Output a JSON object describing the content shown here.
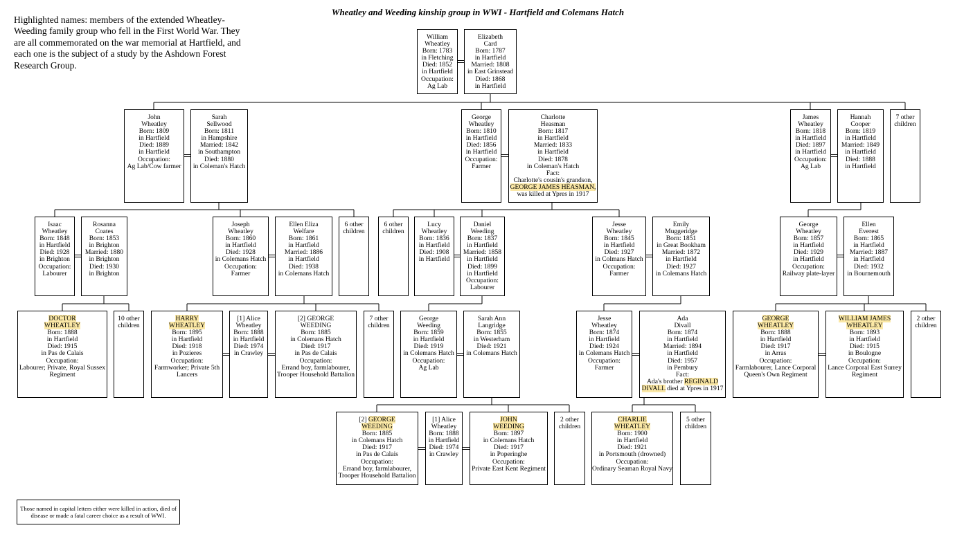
{
  "title": "Wheatley and Weeding kinship group in WWI - Hartfield and Colemans Hatch",
  "intro": "Highlighted names: members of the extended Wheatley-Weeding family group who fell in the First World War. They are all commemorated on the war memorial at Hartfield, and each one is the subject of a study by the Ashdown Forest Research Group.",
  "footnote": "Those named in capital letters either were killed in action, died of disease or made a fatal career choice as a result of WWI.",
  "colors": {
    "highlight": "#fbe8a6",
    "line": "#000000",
    "border": "#000000"
  },
  "people": [
    {
      "id": "william",
      "lines": [
        "William",
        "Wheatley",
        "Born: 1783",
        "in Fletching",
        "Died: 1852",
        "in Hartfield",
        "Occupation:",
        "Ag Lab"
      ]
    },
    {
      "id": "elizabeth",
      "lines": [
        "Elizabeth",
        "Card",
        "Born: 1787",
        "in Hartfield",
        "Married: 1808",
        "in East Grinstead",
        "Died: 1868",
        "in Hartfield"
      ]
    },
    {
      "id": "john",
      "lines": [
        "John",
        "Wheatley",
        "Born: 1809",
        "in Hartfield",
        "Died: 1889",
        "in Hartfield",
        "Occupation:",
        "Ag Lab/Cow farmer"
      ]
    },
    {
      "id": "sarah",
      "lines": [
        "Sarah",
        "Sellwood",
        "Born: 1811",
        "in Hampshire",
        "Married: 1842",
        "in Southampton",
        "Died: 1880",
        "in Coleman's Hatch"
      ]
    },
    {
      "id": "george1810",
      "lines": [
        "George",
        "Wheatley",
        "Born: 1810",
        "in Hartfield",
        "Died: 1856",
        "in Hartfield",
        "Occupation:",
        "Farmer"
      ]
    },
    {
      "id": "charlotte",
      "lines": [
        "Charlotte",
        "Heasman",
        "Born: 1817",
        "in Hartfield",
        "Married: 1833",
        "in Hartfield",
        "Died: 1878",
        "in Coleman's Hatch",
        "Fact:",
        "Charlotte's cousin's grandson,",
        "GEORGE JAMES HEASMAN,",
        "was killed at Ypres in 1917"
      ],
      "highlight": [
        10
      ]
    },
    {
      "id": "james",
      "lines": [
        "James",
        "Wheatley",
        "Born: 1818",
        "in Hartfield",
        "Died: 1897",
        "in Hartfield",
        "Occupation:",
        "Ag Lab"
      ]
    },
    {
      "id": "hannah",
      "lines": [
        "Hannah",
        "Cooper",
        "Born: 1819",
        "in Hartfield",
        "Married: 1849",
        "in Hartfield",
        "Died: 1888",
        "in Hartfield"
      ]
    },
    {
      "id": "other7a",
      "lines": [
        "7 other",
        "children"
      ]
    },
    {
      "id": "isaac",
      "lines": [
        "Isaac",
        "Wheatley",
        "Born: 1848",
        "in Hartfield",
        "Died: 1928",
        "in Brighton",
        "Occupation:",
        "Labourer"
      ]
    },
    {
      "id": "rosanna",
      "lines": [
        "Rosanna",
        "Coates",
        "Born: 1853",
        "in Brighton",
        "Married: 1880",
        "in Brighton",
        "Died: 1930",
        "in Brighton"
      ]
    },
    {
      "id": "joseph",
      "lines": [
        "Joseph",
        "Wheatley",
        "Born: 1860",
        "in Hartfield",
        "Died: 1928",
        "in Colemans Hatch",
        "Occupation:",
        "Farmer"
      ]
    },
    {
      "id": "ellen_eliza",
      "lines": [
        "Ellen Eliza",
        "Welfare",
        "Born: 1861",
        "in Hartfield",
        "Married: 1886",
        "in Hartfield",
        "Died: 1938",
        "in Colemans Hatch"
      ]
    },
    {
      "id": "other6a",
      "lines": [
        "6 other",
        "children"
      ]
    },
    {
      "id": "other6b",
      "lines": [
        "6 other",
        "children"
      ]
    },
    {
      "id": "lucy",
      "lines": [
        "Lucy",
        "Wheatley",
        "Born: 1836",
        "in Hartfield",
        "Died: 1908",
        "in Hartfield"
      ]
    },
    {
      "id": "daniel",
      "lines": [
        "Daniel",
        "Weeding",
        "Born: 1837",
        "in Hartfield",
        "Married: 1858",
        "in Hartfield",
        "Died: 1899",
        "in Hartfield",
        "Occupation:",
        "Labourer"
      ]
    },
    {
      "id": "jesse1845",
      "lines": [
        "Jesse",
        "Wheatley",
        "Born: 1845",
        "in Hartfield",
        "Died: 1927",
        "in Colmans Hatch",
        "Occupation:",
        "Farmer"
      ]
    },
    {
      "id": "emily",
      "lines": [
        "Emily",
        "Muggeridge",
        "Born: 1851",
        "in Great Bookham",
        "Married: 1872",
        "in Hartfield",
        "Died: 1927",
        "in Colemans Hatch"
      ]
    },
    {
      "id": "george1857",
      "lines": [
        "George",
        "Wheatley",
        "Born: 1857",
        "in Hartfield",
        "Died: 1929",
        "in Hartfield",
        "Occupation:",
        "Railway plate-layer"
      ]
    },
    {
      "id": "ellen_everest",
      "lines": [
        "Ellen",
        "Everest",
        "Born: 1865",
        "in Hartfield",
        "Married: 1887",
        "in Hartfield",
        "Died: 1932",
        "in Bournemouth"
      ]
    },
    {
      "id": "doctor",
      "lines": [
        "DOCTOR",
        "WHEATLEY",
        "Born: 1888",
        "in Hartfield",
        "Died: 1915",
        "in Pas de Calais",
        "Occupation:",
        "Labourer; Private, Royal Sussex",
        "Regiment"
      ],
      "highlight": [
        0,
        1
      ]
    },
    {
      "id": "other10",
      "lines": [
        "10 other",
        "children"
      ]
    },
    {
      "id": "harry",
      "lines": [
        "HARRY",
        "WHEATLEY",
        "Born: 1895",
        "in Hartfield",
        "Died: 1918",
        "in Pozieres",
        "Occupation:",
        "Farmworker; Private 5th",
        "Lancers"
      ],
      "highlight": [
        0,
        1
      ]
    },
    {
      "id": "alice1",
      "lines": [
        "[1] Alice",
        "Wheatley",
        "Born: 1888",
        "in Hartfield",
        "Died: 1974",
        "in Crawley"
      ]
    },
    {
      "id": "george_weeding_a",
      "lines": [
        "[2] GEORGE",
        "WEEDING",
        "Born: 1885",
        "in Colemans Hatch",
        "Died: 1917",
        "in Pas de Calais",
        "Occupation:",
        "Errand boy, farmlabourer,",
        "Trooper Household Battalion"
      ]
    },
    {
      "id": "other7b",
      "lines": [
        "7 other",
        "children"
      ]
    },
    {
      "id": "george_weeding1859",
      "lines": [
        "George",
        "Weeding",
        "Born: 1859",
        "in Hartfield",
        "Died: 1919",
        "in Colemans Hatch",
        "Occupation:",
        "Ag Lab"
      ]
    },
    {
      "id": "sarah_ann",
      "lines": [
        "Sarah Ann",
        "Langridge",
        "Born: 1855",
        "in Westerham",
        "Died: 1921",
        "in Colemans Hatch"
      ]
    },
    {
      "id": "jesse1874",
      "lines": [
        "Jesse",
        "Wheatley",
        "Born: 1874",
        "in Hartfield",
        "Died: 1924",
        "in Colemans Hatch",
        "Occupation:",
        "Farmer"
      ]
    },
    {
      "id": "ada",
      "lines": [
        "Ada",
        "Divall",
        "Born: 1874",
        "in Hartfield",
        "Married: 1894",
        "in Hartfield",
        "Died: 1957",
        "in Pembury",
        "Fact:",
        "Ada's brother REGINALD",
        "DIVALL died at Ypres in 1917"
      ],
      "highlightParts": {
        "9": "REGINALD",
        "10": "DIVALL"
      }
    },
    {
      "id": "george_wheatley1888",
      "lines": [
        "GEORGE",
        "WHEATLEY",
        "Born: 1888",
        "in Hartfield",
        "Died: 1917",
        "in Arras",
        "Occupation:",
        "Farmlabourer, Lance Corporal",
        "Queen's Own Regiment"
      ],
      "highlight": [
        0,
        1
      ]
    },
    {
      "id": "william_james",
      "lines": [
        "WILLIAM JAMES",
        "WHEATLEY",
        "Born: 1893",
        "in Hartfield",
        "Died: 1915",
        "in Boulogne",
        "Occupation:",
        "Lance Corporal East Surrey",
        "Regiment"
      ],
      "highlight": [
        0,
        1
      ]
    },
    {
      "id": "other2",
      "lines": [
        "2 other",
        "children"
      ]
    },
    {
      "id": "george_weeding_b",
      "lines": [
        "[2] GEORGE",
        "WEEDING",
        "Born: 1885",
        "in Colemans Hatch",
        "Died: 1917",
        "in Pas de Calais",
        "Occupation:",
        "Errand boy, farmlabourer,",
        "Trooper Household Battalion"
      ],
      "highlight": [
        0,
        1
      ],
      "highlightParts": {
        "0": "GEORGE"
      }
    },
    {
      "id": "alice2",
      "lines": [
        "[1] Alice",
        "Wheatley",
        "Born: 1888",
        "in Hartfield",
        "Died: 1974",
        "in Crawley"
      ]
    },
    {
      "id": "john_weeding",
      "lines": [
        "JOHN",
        "WEEDING",
        "Born: 1897",
        "in Colemans Hatch",
        "Died: 1917",
        "in Poperinghe",
        "Occupation:",
        "Private East Kent Regiment"
      ],
      "highlight": [
        0,
        1
      ]
    },
    {
      "id": "other2b",
      "lines": [
        "2 other",
        "children"
      ]
    },
    {
      "id": "charlie",
      "lines": [
        "CHARLIE",
        "WHEATLEY",
        "Born: 1900",
        "in Hartfield",
        "Died: 1921",
        "in Portsmouth (drowned)",
        "Occupation:",
        "Ordinary Seaman Royal Navy"
      ],
      "highlight": [
        0,
        1
      ]
    },
    {
      "id": "other5",
      "lines": [
        "5 other",
        "children"
      ]
    }
  ]
}
